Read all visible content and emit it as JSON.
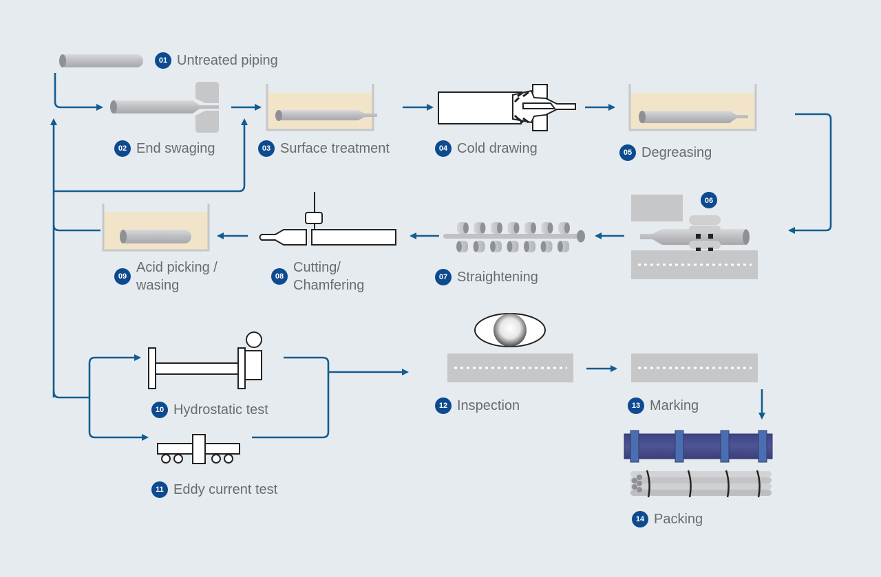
{
  "title": "Steel pipe manufacturing process flow",
  "colors": {
    "background": "#e6ebef",
    "arrow": "#135c91",
    "badge": "#0d4a8f",
    "label_text": "#6b6b6b",
    "bath_liquid": "#f1e4c8",
    "machine_gray": "#c6c7c9",
    "packing_blue": "#4a4f8a"
  },
  "steps": [
    {
      "num": "01",
      "label": "Untreated piping",
      "icon": "pipe-icon"
    },
    {
      "num": "02",
      "label": "End swaging",
      "icon": "swaging-die-icon"
    },
    {
      "num": "03",
      "label": "Surface treatment",
      "icon": "treatment-bath-icon"
    },
    {
      "num": "04",
      "label": "Cold drawing",
      "icon": "drawing-die-icon"
    },
    {
      "num": "05",
      "label": "Degreasing",
      "icon": "degreasing-bath-icon"
    },
    {
      "num": "06",
      "label": "",
      "icon": "heat-treatment-machine-icon"
    },
    {
      "num": "07",
      "label": "Straightening",
      "icon": "straightening-rollers-icon"
    },
    {
      "num": "08",
      "label": "Cutting/\nChamfering",
      "icon": "cutting-tool-icon"
    },
    {
      "num": "09",
      "label": "Acid picking /\nwasing",
      "icon": "acid-bath-icon"
    },
    {
      "num": "10",
      "label": "Hydrostatic test",
      "icon": "hydrostatic-tester-icon"
    },
    {
      "num": "11",
      "label": "Eddy current test",
      "icon": "eddy-current-tester-icon"
    },
    {
      "num": "12",
      "label": "Inspection",
      "icon": "eye-inspection-icon"
    },
    {
      "num": "13",
      "label": "Marking",
      "icon": "marking-table-icon"
    },
    {
      "num": "14",
      "label": "Packing",
      "icon": "pipe-bundle-icon"
    }
  ]
}
